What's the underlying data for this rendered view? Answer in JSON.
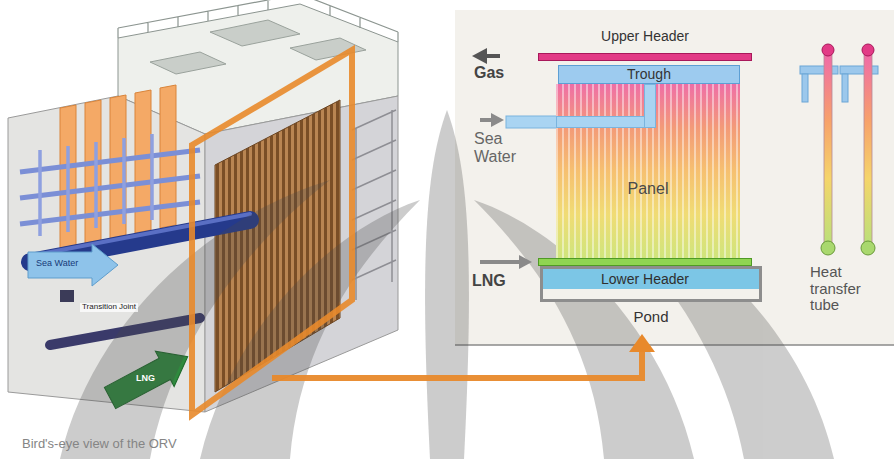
{
  "diagram": {
    "caption": "Bird's-eye view of the ORV",
    "nodes": [
      {
        "text": [
          "Upper Header"
        ]
      },
      {
        "text": [
          "Trough"
        ]
      },
      {
        "text": [
          "Panel"
        ]
      },
      {
        "text": [
          "Lower Header"
        ]
      },
      {
        "text": [
          "Pond"
        ]
      }
    ],
    "labels": [
      "Gas",
      "Sea Water",
      "LNG",
      "Heat transfer tube",
      "Sea Water",
      "Transition Joint",
      "LNG"
    ]
  }
}
